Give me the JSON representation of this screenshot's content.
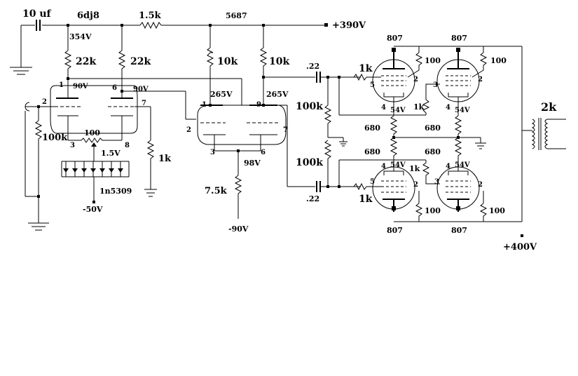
{
  "labels": {
    "cap_in": "10 uf",
    "tube1": "6dj8",
    "res_1_5k": "1.5k",
    "tube2": "5687",
    "b_plus": "+390V",
    "v354": "354V",
    "r22k_a": "22k",
    "r22k_b": "22k",
    "v90a": "90V",
    "v90b": "90V",
    "r10k_a": "10k",
    "r10k_b": "10k",
    "v265a": "265V",
    "v265b": "265V",
    "cap022_top": ".22",
    "cap022_bot": ".22",
    "r100k_in": "100k",
    "pot100": "100",
    "v1_5": "1.5V",
    "diode": "1n5309",
    "vneg50": "-50V",
    "r1k_k": "1k",
    "v98": "98V",
    "r7_5k": "7.5k",
    "vneg90": "-90V",
    "r100k_g1": "100k",
    "r100k_g2": "100k",
    "r680_1": "680",
    "r680_2": "680",
    "r680_3": "680",
    "r680_4": "680",
    "t807_1": "807",
    "t807_2": "807",
    "t807_3": "807",
    "t807_4": "807",
    "r100_1": "100",
    "r100_2": "100",
    "r100_3": "100",
    "r100_4": "100",
    "r1k_g1": "1k",
    "r1k_g2": "1k",
    "r1k_g3": "1k",
    "r1k_g4": "1k",
    "v54_1": "54V",
    "v54_2": "54V",
    "v54_3": "54V",
    "v54_4": "54V",
    "xfmr": "2k",
    "b_plus_out": "+400V"
  },
  "pins": {
    "p1a": "1",
    "p2a": "2",
    "p3a": "3",
    "p6a": "6",
    "p7a": "7",
    "p8a": "8",
    "p1b": "1",
    "p2b": "2",
    "p3b": "3",
    "p6b": "6",
    "p7b": "7",
    "p9b": "9",
    "p5_1": "5",
    "p2_1": "2",
    "p4_1": "4",
    "p3_2": "3",
    "p2_2": "2",
    "p4_2": "4",
    "p4_3": "4",
    "p5_3": "5",
    "p2_3": "2",
    "p4_4": "4",
    "p3_4": "3",
    "p2_4": "2"
  }
}
